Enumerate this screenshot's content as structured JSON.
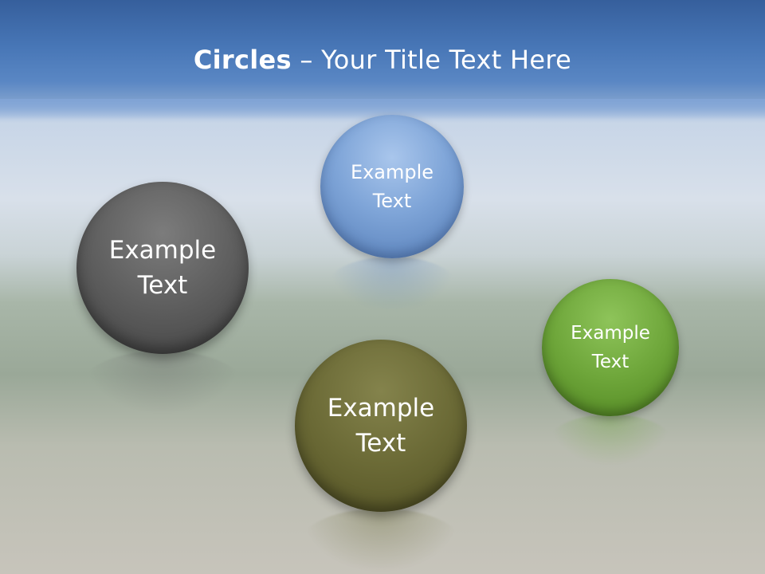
{
  "slide": {
    "title_bold": "Circles",
    "title_rest": " – Your Title Text Here"
  },
  "circles": [
    {
      "color": "#7fa5d8",
      "line1": "Example",
      "line2": "Text"
    },
    {
      "color": "#5e5e5e",
      "line1": "Example",
      "line2": "Text"
    },
    {
      "color": "#6b6a36",
      "line1": "Example",
      "line2": "Text"
    },
    {
      "color": "#6ea63a",
      "line1": "Example",
      "line2": "Text"
    }
  ]
}
